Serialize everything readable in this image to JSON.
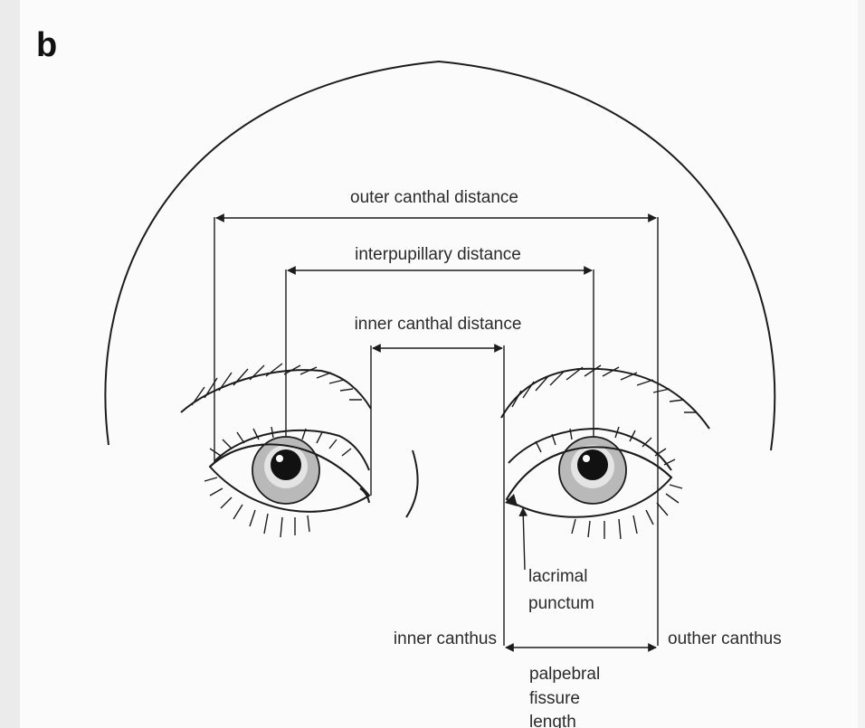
{
  "panel_letter": "b",
  "labels": {
    "outer_canthal_distance": "outer canthal distance",
    "interpupillary_distance": "interpupillary distance",
    "inner_canthal_distance": "inner canthal distance",
    "lacrimal_punctum_line1": "lacrimal",
    "lacrimal_punctum_line2": "punctum",
    "inner_canthus": "inner canthus",
    "outer_canthus": "outher canthus",
    "palpebral_line1": "palpebral",
    "palpebral_line2": "fissure",
    "palpebral_line3": "length"
  },
  "colors": {
    "ink": "#1c1c1c",
    "iris": "#b9b9b9",
    "sclera": "#ffffff",
    "panel": "#fbfbfb"
  }
}
